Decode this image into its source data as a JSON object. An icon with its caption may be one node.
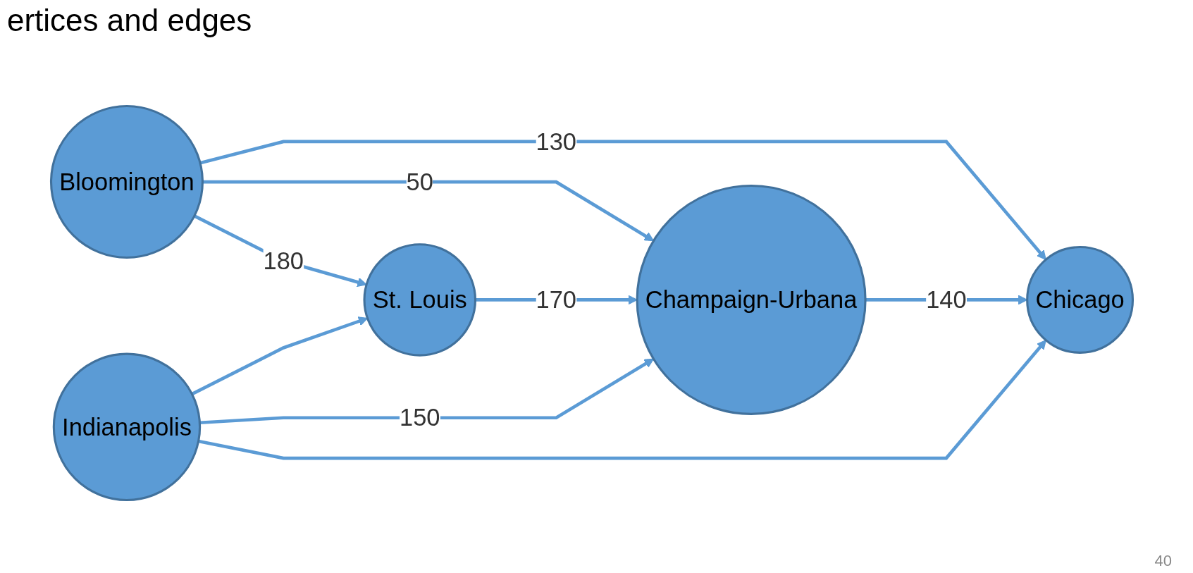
{
  "diagram": {
    "title": "ertices and edges",
    "nodes": [
      {
        "text": [
          "Chicago"
        ]
      },
      {
        "text": [
          "Bloomington"
        ]
      },
      {
        "text": [
          "Champaign-Urbana"
        ]
      },
      {
        "text": [
          "Indianapolis"
        ]
      },
      {
        "text": [
          "St. Louis"
        ]
      }
    ],
    "edges": [
      {
        "from": 1,
        "to": 0,
        "arrow": "to",
        "label": "130"
      },
      {
        "from": 1,
        "to": 2,
        "arrow": "to",
        "label": "50"
      },
      {
        "from": 1,
        "to": 4,
        "arrow": "to",
        "label": "180"
      },
      {
        "from": 4,
        "to": 2,
        "arrow": "to",
        "label": "170"
      },
      {
        "from": 2,
        "to": 0,
        "arrow": "to",
        "label": "140"
      },
      {
        "from": 3,
        "to": 0,
        "arrow": "to"
      },
      {
        "from": 3,
        "to": 2,
        "arrow": "to",
        "label": "150"
      },
      {
        "from": 3,
        "to": 4,
        "arrow": "to"
      }
    ],
    "labels": [
      "40"
    ]
  }
}
